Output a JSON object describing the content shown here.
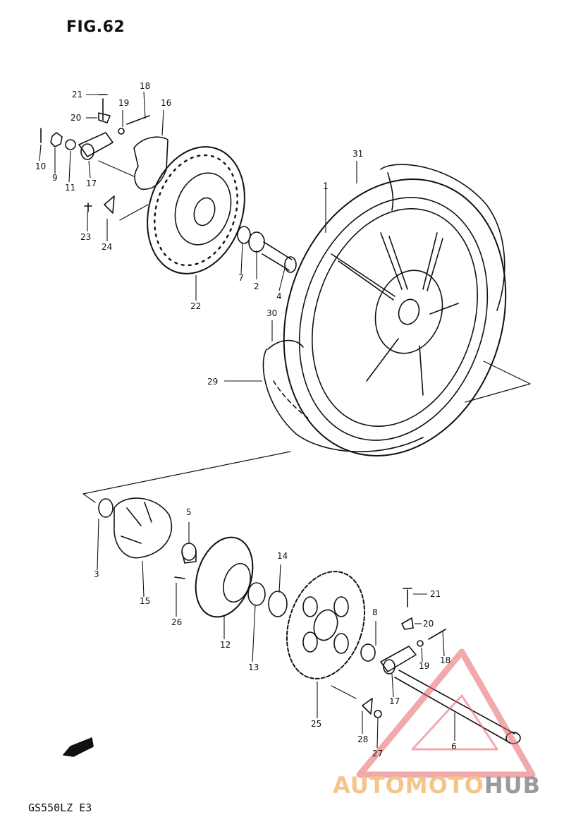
{
  "figure": {
    "title": "FIG.62",
    "model": "GS550LZ E3"
  },
  "watermark": {
    "part_a": "AUTOMOTO",
    "part_b": "HUB",
    "accent": "#e8636a",
    "text_accent": "#f5c48a",
    "text_gray": "#9b9b9b"
  },
  "direction_badge": "FWD",
  "callouts": {
    "n1": "1",
    "n2": "2",
    "n3": "3",
    "n4": "4",
    "n5": "5",
    "n6": "6",
    "n7": "7",
    "n8": "8",
    "n9": "9",
    "n10": "10",
    "n11": "11",
    "n12": "12",
    "n13": "13",
    "n14": "14",
    "n15": "15",
    "n16": "16",
    "n17a": "17",
    "n17b": "17",
    "n18a": "18",
    "n18b": "18",
    "n19a": "19",
    "n19b": "19",
    "n20a": "20",
    "n20b": "20",
    "n21a": "21",
    "n21b": "21",
    "n22": "22",
    "n23": "23",
    "n24": "24",
    "n25": "25",
    "n26": "26",
    "n27": "27",
    "n28": "28",
    "n29": "29",
    "n30": "30",
    "n31": "31"
  }
}
